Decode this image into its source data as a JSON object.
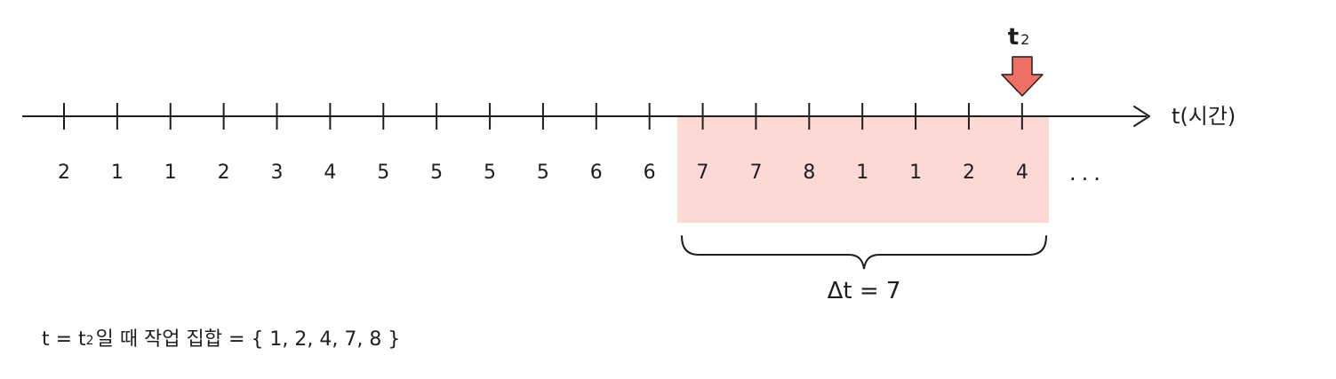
{
  "timeline": {
    "axis_label": "t(시간)",
    "values": [
      "2",
      "1",
      "1",
      "2",
      "3",
      "4",
      "5",
      "5",
      "5",
      "5",
      "6",
      "6",
      "7",
      "7",
      "8",
      "1",
      "1",
      "2",
      "4"
    ],
    "ellipsis": "...",
    "window_start_index": 12,
    "window_end_index": 18,
    "marker_index": 18
  },
  "marker": {
    "label": "t",
    "subscript": "2"
  },
  "window": {
    "label": "Δt = 7"
  },
  "caption": {
    "prefix": "t = t",
    "subscript": "2",
    "suffix": "일 때 작업 집합 = { 1, 2, 4, 7, 8 }"
  },
  "colors": {
    "highlight": "#fcd9d5",
    "arrow": "#ee6f64",
    "ink": "#1e1e1e"
  }
}
